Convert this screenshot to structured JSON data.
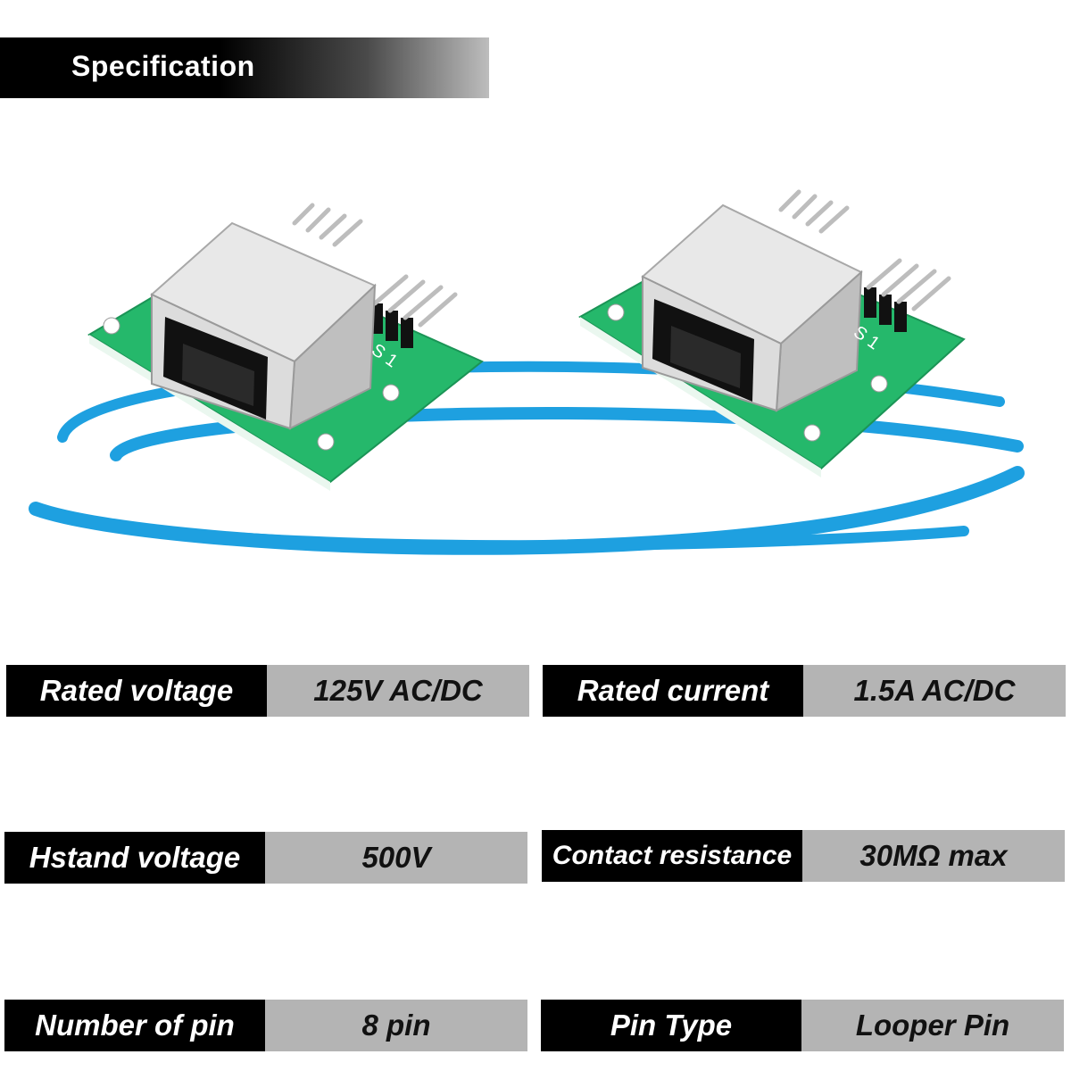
{
  "header": {
    "title": "Specification"
  },
  "specs": [
    {
      "label": "Rated voltage",
      "value": "125V AC/DC"
    },
    {
      "label": "Rated current",
      "value": "1.5A AC/DC"
    },
    {
      "label": "Hstand voltage",
      "value": "500V"
    },
    {
      "label": "Contact resistance",
      "value": "30MΩ max"
    },
    {
      "label": "Number of pin",
      "value": "8 pin"
    },
    {
      "label": "Pin Type",
      "value": "Looper Pin"
    }
  ],
  "product": {
    "pcb_silkscreen": "S 1",
    "colors": {
      "pcb": "#23b86a",
      "housing": "#d9d9d9",
      "swirl": "#1ea0e0"
    }
  }
}
